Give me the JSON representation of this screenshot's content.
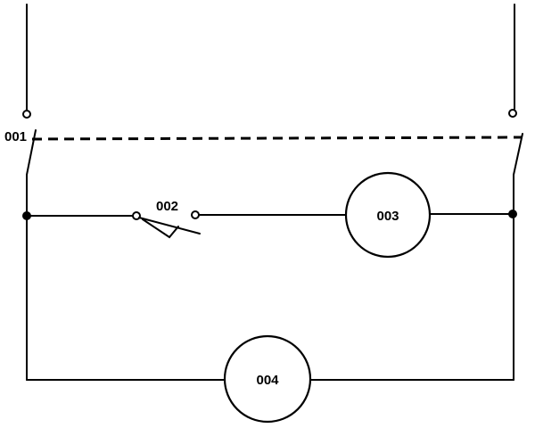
{
  "labels": {
    "switch_main": "001",
    "switch_contact": "002",
    "load_upper": "003",
    "load_lower": "004"
  }
}
